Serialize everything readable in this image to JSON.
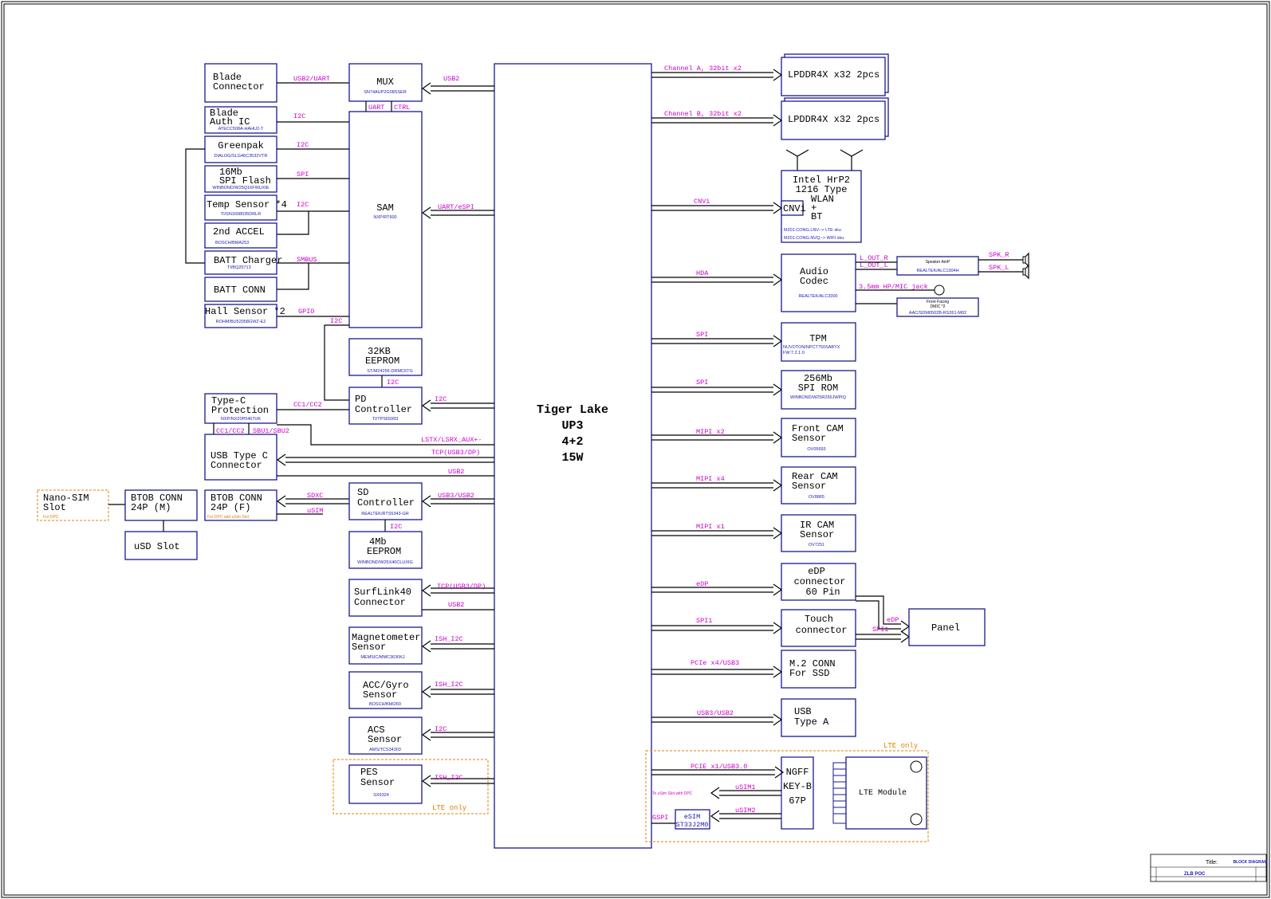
{
  "cpu": {
    "lines": [
      "Tiger Lake",
      "UP3",
      "4+2",
      "15W"
    ]
  },
  "colors": {
    "block_border": "#1a1a8c",
    "signal_label": "#cc00cc",
    "part_number": "#1a1ab0",
    "lte_only": "#e08000"
  },
  "left": {
    "blade_connector": {
      "l1": "Blade",
      "l2": "Connector",
      "sig": "USB2/UART"
    },
    "mux": {
      "name": "MUX",
      "part": "SN74AUP2G08SSER",
      "uart": "UART",
      "ctrl": "CTRL",
      "sig": "USB2"
    },
    "blade_auth": {
      "l1": "Blade",
      "l2": "Auth IC",
      "part": "ATECC508A-HAHU2-T",
      "sig": "I2C"
    },
    "greenpak": {
      "l1": "Greenpak",
      "part": "DIALOG/SLG46C3532VTR",
      "sig": "I2C"
    },
    "spi_flash": {
      "l1": "16Mb",
      "l2": "SPI Flash",
      "part": "WINBOND/W25Q16FWUXIE",
      "sig": "SPI"
    },
    "temp": {
      "l1": "Temp Sensor *4",
      "part": "TI/SN1608035DRLR",
      "sig": "I2C"
    },
    "accel": {
      "l1": "2nd ACCEL",
      "part": "BOSCH/BMA253"
    },
    "batt_charger": {
      "l1": "BATT Charger",
      "part": "TI/BQ25713",
      "sig": "SMBUS"
    },
    "batt_conn": {
      "l1": "BATT CONN"
    },
    "hall": {
      "l1": "Hall Sensor *2",
      "part": "ROHM/BU52058GWZ-E2",
      "sig": "GPIO"
    },
    "sam": {
      "name": "SAM",
      "part": "NXP/RT600",
      "sig": "UART/eSPI",
      "i2c": "I2C"
    },
    "eeprom32": {
      "l1": "32KB",
      "l2": "EEPROM",
      "part": "ST/M24256-DRMC6TG",
      "sig": "I2C"
    },
    "pd": {
      "l1": "PD",
      "l2": "Controller",
      "part": "TI/TPS65993",
      "sig": "I2C"
    },
    "typec_prot": {
      "l1": "Type-C",
      "l2": "Protection",
      "part": "NXP/NX20P0407UK",
      "sig": "CC1/CC2"
    },
    "usbc": {
      "l1": "USB Type C",
      "l2": "Connector",
      "cc": "CC1/CC2",
      "sbu": "SBU1/SBU2",
      "sig_aux": "LSTX/LSRX_AUX+-",
      "sig_tcp": "TCP(USB3/DP)",
      "sig_usb2": "USB2"
    },
    "nanosim": {
      "l1": "Nano-SIM",
      "l2": "Slot",
      "note": "For DPC"
    },
    "btob_m": {
      "l1": "BTOB CONN",
      "l2": "24P (M)"
    },
    "usd": {
      "l1": "uSD Slot"
    },
    "btob_f": {
      "l1": "BTOB CONN",
      "l2": "24P (F)",
      "note": "For DPC add uSim Slot",
      "sig_sdxc": "SDXC",
      "sig_usim": "uSIM"
    },
    "sd": {
      "l1": "SD",
      "l2": "Controller",
      "part": "REALTEK/RTS5343-GR",
      "sig": "USB3/USB2"
    },
    "eeprom4": {
      "l1": "4Mb",
      "l2": "EEPROM",
      "part": "WINBOND/W25X40CLUXIG",
      "sig": "I2C"
    },
    "surflink": {
      "l1": "SurfLink40",
      "l2": "Connector",
      "sig_tcp": "TCP(USB3/DP)",
      "sig_usb2": "USB2"
    },
    "magneto": {
      "l1": "Magnetometer",
      "l2": "Sensor",
      "part": "MEMSIC/MMC3630KJ",
      "sig": "ISH_I2C"
    },
    "accgyro": {
      "l1": "ACC/Gyro",
      "l2": "Sensor",
      "part": "BOSCH/BMI260",
      "sig": "ISH_I2C"
    },
    "acs": {
      "l1": "ACS",
      "l2": "Sensor",
      "part": "AMS/TCS34303",
      "sig": "I2C"
    },
    "pes": {
      "l1": "PES",
      "l2": "Sensor",
      "part": "SX9324",
      "sig": "ISH_I2C",
      "lte": "LTE only"
    }
  },
  "right": {
    "ddr_a": {
      "l1": "LPDDR4X x32 2pcs",
      "sig": "Channel A, 32bit x2"
    },
    "ddr_b": {
      "l1": "LPDDR4X x32 2pcs",
      "sig": "Channel B, 32bit x2"
    },
    "wifi": {
      "l1": "Intel HrP2",
      "l2": "1216 Type",
      "l3": "WLAN",
      "l4": "+",
      "l5": "BT",
      "cnvi": "CNVi",
      "sku1": "M201.CONG.LNV--> LTE sku",
      "sku2": "M201.CONG.NVQ--> WIFI sku",
      "sig": "CNVi"
    },
    "audio": {
      "l1": "Audio",
      "l2": "Codec",
      "part": "REALTEK/ALC3300",
      "sig": "HDA",
      "lout_r": "L_OUT_R",
      "lout_l": "L_OUT_L",
      "jack": "3.5mm HP/MIC jack",
      "amp": "Speaker AmP",
      "amp_part": "REALTEK/ALC1304H",
      "spk_r": "SPK_R",
      "spk_l": "SPK_L",
      "dmic1": "Front Facing",
      "dmic2": "DMIC *2",
      "dmic_part": "AAC/SDM0502B-RS261-M02"
    },
    "tpm": {
      "l1": "TPM",
      "part": "NUVOTON/NPCT750SABYX",
      "fw": "FW:7.2.1.0",
      "sig": "SPI"
    },
    "spirom": {
      "l1": "256Mb",
      "l2": "SPI ROM",
      "part": "WINBOND/W25R256JWPIQ",
      "sig": "SPI"
    },
    "frontcam": {
      "l1": "Front CAM",
      "l2": "Sensor",
      "part": "OV05693",
      "sig": "MIPI x2"
    },
    "rearcam": {
      "l1": "Rear CAM",
      "l2": "Sensor",
      "part": "OV8865",
      "sig": "MIPI x4"
    },
    "ircam": {
      "l1": "IR CAM",
      "l2": "Sensor",
      "part": "OV7251",
      "sig": "MIPI x1"
    },
    "edp": {
      "l1": "eDP",
      "l2": "connector",
      "l3": "60 Pin",
      "sig": "eDP",
      "panel_sig": "eDP"
    },
    "touch": {
      "l1": "Touch",
      "l2": "connector",
      "sig": "SPI1",
      "panel_sig": "SPI1"
    },
    "panel": {
      "l1": "Panel"
    },
    "m2": {
      "l1": "M.2 CONN",
      "l2": "For SSD",
      "sig": "PCIe x4/USB3"
    },
    "usba": {
      "l1": "USB",
      "l2": "Type A",
      "sig": "USB3/USB2"
    },
    "lte": {
      "label": "LTE only",
      "ngff1": "NGFF",
      "ngff2": "KEY-B",
      "ngff3": "67P",
      "sig_pcie": "PCIE x1/USB3.0",
      "sig_usim1": "uSIM1",
      "sig_usim2": "uSIM2",
      "usim_note": "To uSim Slot with DPC",
      "gspi": "GSPI",
      "esim1": "eSIM",
      "esim2": "ST33J2M0",
      "module": "LTE Module"
    }
  },
  "title_block": {
    "title_label": "Title:",
    "title": "BLOCK DIAGRAM",
    "project": "ZLB POC"
  }
}
